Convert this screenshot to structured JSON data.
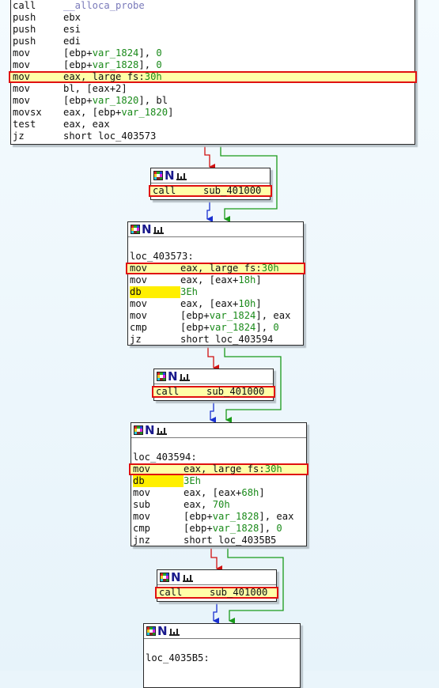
{
  "top_block": {
    "lines": [
      {
        "mn": "call",
        "parts": [
          [
            "fn",
            "__alloca_probe"
          ]
        ]
      },
      {
        "mn": "push",
        "parts": [
          [
            "op",
            "ebx"
          ]
        ]
      },
      {
        "mn": "push",
        "parts": [
          [
            "op",
            "esi"
          ]
        ]
      },
      {
        "mn": "push",
        "parts": [
          [
            "op",
            "edi"
          ]
        ]
      },
      {
        "mn": "mov",
        "parts": [
          [
            "op",
            "[ebp+"
          ],
          [
            "var",
            "var_1824"
          ],
          [
            "op",
            "], "
          ],
          [
            "num",
            "0"
          ]
        ]
      },
      {
        "mn": "mov",
        "parts": [
          [
            "op",
            "[ebp+"
          ],
          [
            "var",
            "var_1828"
          ],
          [
            "op",
            "], "
          ],
          [
            "num",
            "0"
          ]
        ]
      },
      {
        "mn": "mov",
        "hl": true,
        "parts": [
          [
            "op",
            "eax, large fs:"
          ],
          [
            "num",
            "30h"
          ]
        ]
      },
      {
        "mn": "mov",
        "parts": [
          [
            "op",
            "bl, [eax+2]"
          ]
        ]
      },
      {
        "mn": "mov",
        "parts": [
          [
            "op",
            "[ebp+"
          ],
          [
            "var",
            "var_1820"
          ],
          [
            "op",
            "], bl"
          ]
        ]
      },
      {
        "mn": "movsx",
        "parts": [
          [
            "op",
            "eax, [ebp+"
          ],
          [
            "var",
            "var_1820"
          ],
          [
            "op",
            "]"
          ]
        ]
      },
      {
        "mn": "test",
        "parts": [
          [
            "op",
            "eax, eax"
          ]
        ]
      },
      {
        "mn": "jz",
        "parts": [
          [
            "op",
            "short loc_403573"
          ]
        ]
      }
    ]
  },
  "call_block_1": {
    "lines": [
      {
        "mn": "call",
        "hl": true,
        "parts": [
          [
            "op",
            "sub_401000"
          ]
        ]
      }
    ]
  },
  "block_403573": {
    "lines": [
      {
        "mn": "",
        "parts": []
      },
      {
        "mn": "",
        "label": "loc_403573:",
        "parts": []
      },
      {
        "mn": "mov",
        "hl": true,
        "parts": [
          [
            "op",
            "eax, large fs:"
          ],
          [
            "num",
            "30h"
          ]
        ]
      },
      {
        "mn": "mov",
        "parts": [
          [
            "op",
            "eax, [eax+"
          ],
          [
            "num",
            "18h"
          ],
          [
            "op",
            "]"
          ]
        ]
      },
      {
        "mn": "db",
        "db": true,
        "parts": [
          [
            "num",
            "3Eh"
          ]
        ]
      },
      {
        "mn": "mov",
        "parts": [
          [
            "op",
            "eax, [eax+"
          ],
          [
            "num",
            "10h"
          ],
          [
            "op",
            "]"
          ]
        ]
      },
      {
        "mn": "mov",
        "parts": [
          [
            "op",
            "[ebp+"
          ],
          [
            "var",
            "var_1824"
          ],
          [
            "op",
            "], eax"
          ]
        ]
      },
      {
        "mn": "cmp",
        "parts": [
          [
            "op",
            "[ebp+"
          ],
          [
            "var",
            "var_1824"
          ],
          [
            "op",
            "], "
          ],
          [
            "num",
            "0"
          ]
        ]
      },
      {
        "mn": "jz",
        "parts": [
          [
            "op",
            "short loc_403594"
          ]
        ]
      }
    ]
  },
  "call_block_2": {
    "lines": [
      {
        "mn": "call",
        "hl": true,
        "parts": [
          [
            "op",
            "sub_401000"
          ]
        ]
      }
    ]
  },
  "block_403594": {
    "lines": [
      {
        "mn": "",
        "parts": []
      },
      {
        "mn": "",
        "label": "loc_403594:",
        "parts": []
      },
      {
        "mn": "mov",
        "hl": true,
        "parts": [
          [
            "op",
            "eax, large fs:"
          ],
          [
            "num",
            "30h"
          ]
        ]
      },
      {
        "mn": "db",
        "db": true,
        "parts": [
          [
            "num",
            "3Eh"
          ]
        ]
      },
      {
        "mn": "mov",
        "parts": [
          [
            "op",
            "eax, [eax+"
          ],
          [
            "num",
            "68h"
          ],
          [
            "op",
            "]"
          ]
        ]
      },
      {
        "mn": "sub",
        "parts": [
          [
            "op",
            "eax, "
          ],
          [
            "num",
            "70h"
          ]
        ]
      },
      {
        "mn": "mov",
        "parts": [
          [
            "op",
            "[ebp+"
          ],
          [
            "var",
            "var_1828"
          ],
          [
            "op",
            "], eax"
          ]
        ]
      },
      {
        "mn": "cmp",
        "parts": [
          [
            "op",
            "[ebp+"
          ],
          [
            "var",
            "var_1828"
          ],
          [
            "op",
            "], "
          ],
          [
            "num",
            "0"
          ]
        ]
      },
      {
        "mn": "jnz",
        "parts": [
          [
            "op",
            "short loc_4035B5"
          ]
        ]
      }
    ]
  },
  "call_block_3": {
    "lines": [
      {
        "mn": "call",
        "hl": true,
        "parts": [
          [
            "op",
            "sub_401000"
          ]
        ]
      }
    ]
  },
  "block_4035B5": {
    "lines": [
      {
        "mn": "",
        "parts": []
      },
      {
        "mn": "",
        "label": "loc_4035B5:",
        "parts": []
      }
    ]
  },
  "colors": {
    "true_edge": "#d01010",
    "false_edge": "#1a9a1a",
    "uncond_edge": "#1a30d0",
    "highlight_border": "#e01010",
    "highlight_fill": "#ffffa8",
    "db_fill": "#ffef00"
  },
  "icons": [
    "graph-color-icon",
    "node-n-icon",
    "graph-layout-icon"
  ]
}
